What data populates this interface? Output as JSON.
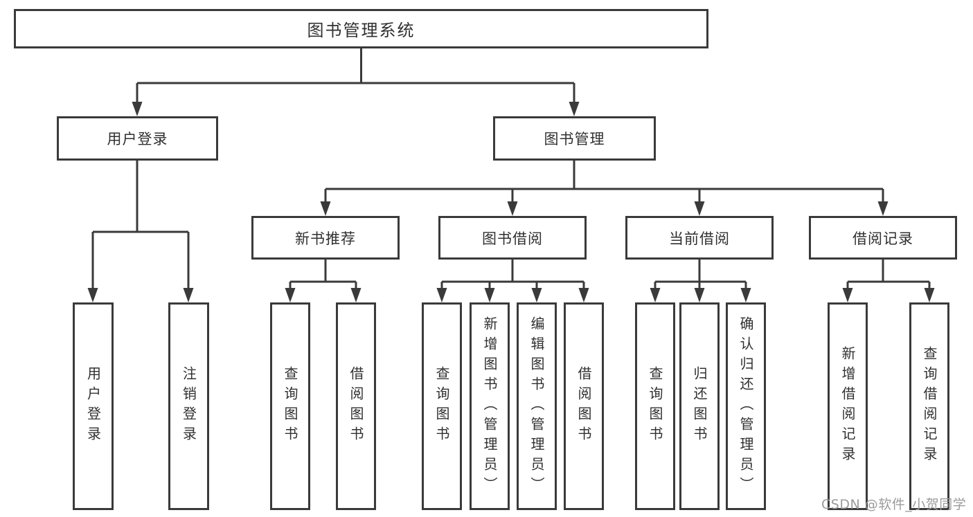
{
  "tree": {
    "root": {
      "label": "图书管理系统"
    },
    "branches": [
      {
        "label": "用户登录",
        "children": [
          {
            "label": "用户登录"
          },
          {
            "label": "注销登录"
          }
        ]
      },
      {
        "label": "图书管理",
        "children": [
          {
            "label": "新书推荐",
            "children": [
              {
                "label": "查询图书"
              },
              {
                "label": "借阅图书"
              }
            ]
          },
          {
            "label": "图书借阅",
            "children": [
              {
                "label": "查询图书"
              },
              {
                "label": "新增图书（管理员）"
              },
              {
                "label": "编辑图书（管理员）"
              },
              {
                "label": "借阅图书"
              }
            ]
          },
          {
            "label": "当前借阅",
            "children": [
              {
                "label": "查询图书"
              },
              {
                "label": "归还图书"
              },
              {
                "label": "确认归还（管理员）"
              }
            ]
          },
          {
            "label": "借阅记录",
            "children": [
              {
                "label": "新增借阅记录"
              },
              {
                "label": "查询借阅记录"
              }
            ]
          }
        ]
      }
    ]
  },
  "watermark": "CSDN @软件_小贺同学",
  "colors": {
    "line": "#3a3a3a",
    "text": "#303030",
    "box_background": "#ffffff",
    "watermark": "#9b9b9b"
  }
}
